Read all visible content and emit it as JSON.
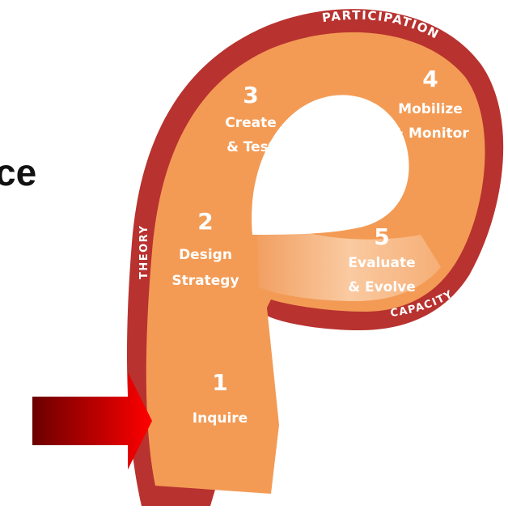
{
  "side_text": "ce",
  "rim_labels": {
    "top": "PARTICIPATION",
    "left": "THEORY",
    "bottom": "CAPACITY"
  },
  "steps": [
    {
      "number": "1",
      "line1": "Inquire",
      "line2": ""
    },
    {
      "number": "2",
      "line1": "Design",
      "line2": "Strategy"
    },
    {
      "number": "3",
      "line1": "Create",
      "line2": "& Test"
    },
    {
      "number": "4",
      "line1": "Mobilize",
      "line2": "& Monitor"
    },
    {
      "number": "5",
      "line1": "Evaluate",
      "line2": "& Evolve"
    }
  ],
  "colors": {
    "rim": "#b8322f",
    "rim_dark": "#8e2422",
    "band": "#f39b55",
    "band_light": "#f6b27c",
    "arrow_dark": "#6b0000",
    "arrow_bright": "#ff0000"
  }
}
